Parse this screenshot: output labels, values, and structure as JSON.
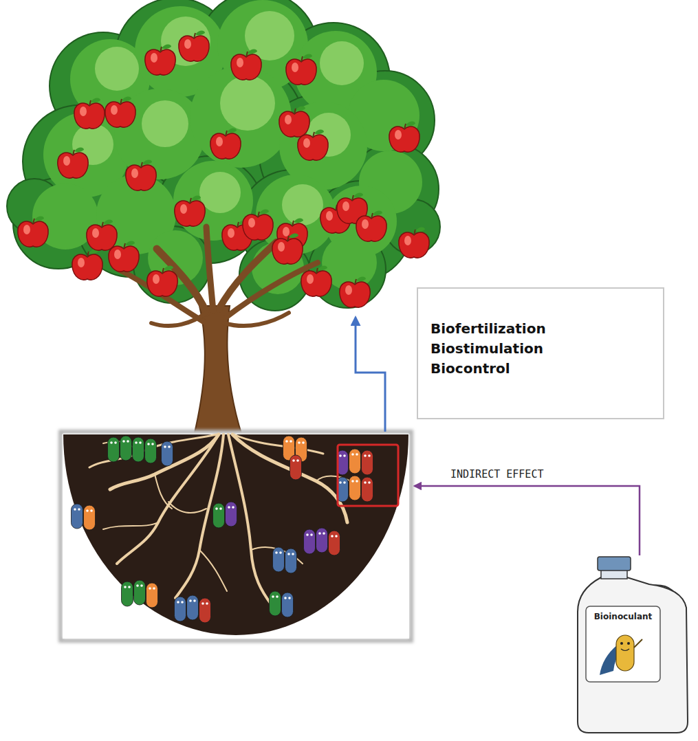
{
  "diagram": {
    "nodes": [
      {
        "text": [
          "Biofertilization",
          "Biostimulation",
          "Biocontrol"
        ]
      },
      {
        "text": [
          "Bioinoculant"
        ]
      }
    ],
    "labels": [
      "INDIRECT EFFECT"
    ]
  }
}
